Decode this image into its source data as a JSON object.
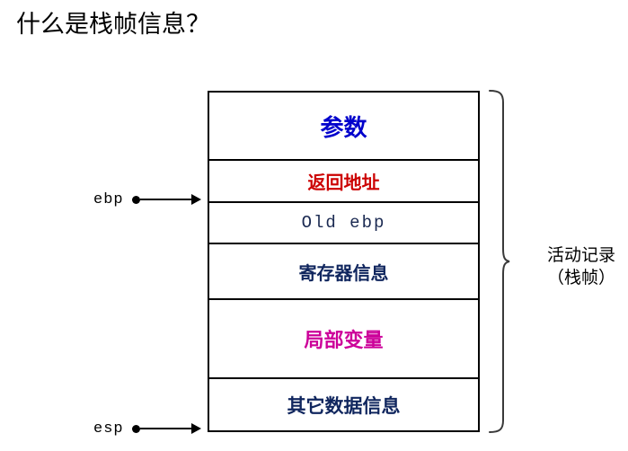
{
  "page": {
    "title": "什么是栈帧信息？"
  },
  "stack_frame": {
    "rows": [
      {
        "label": "参数",
        "role": "parameters",
        "color": "#0000cc"
      },
      {
        "label": "返回地址",
        "role": "return-address",
        "color": "#cc0000"
      },
      {
        "label": "Old ebp",
        "role": "old-ebp",
        "color": "#1b2a52"
      },
      {
        "label": "寄存器信息",
        "role": "register-info",
        "color": "#10265e"
      },
      {
        "label": "局部变量",
        "role": "local-variables",
        "color": "#cc0099"
      },
      {
        "label": "其它数据信息",
        "role": "other-data-info",
        "color": "#10265e"
      }
    ]
  },
  "pointers": {
    "ebp": {
      "name": "ebp",
      "target_row": "old-ebp"
    },
    "esp": {
      "name": "esp",
      "target_row": "other-data-info"
    }
  },
  "annotation": {
    "line1": "活动记录",
    "line2": "（栈帧）"
  },
  "colors": {
    "background": "#ffffff",
    "outline": "#000000",
    "brace": "#3a3a3a",
    "title": "#000000"
  }
}
